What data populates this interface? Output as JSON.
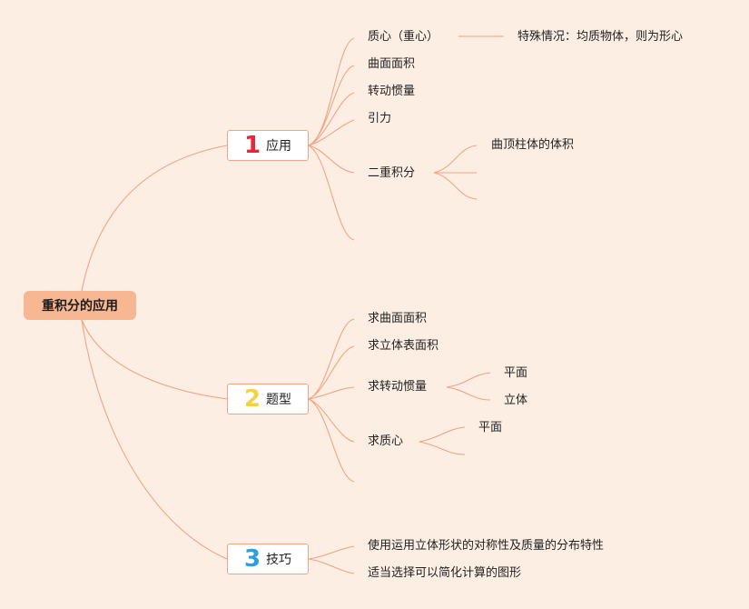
{
  "root": {
    "label": "重积分的应用"
  },
  "colors": {
    "background": "#fdeee3",
    "edge": "#f0a484",
    "root_fill": "#f6b792",
    "num1": "#e5263b",
    "num2": "#f4d33f",
    "num3": "#2d9fe0"
  },
  "branches": [
    {
      "number": "1",
      "label": "应用",
      "children": [
        {
          "label": "质心（重心）",
          "children": [
            {
              "label": "特殊情况：均质物体，则为形心"
            }
          ]
        },
        {
          "label": "曲面面积"
        },
        {
          "label": "转动惯量"
        },
        {
          "label": "引力"
        },
        {
          "label": "二重积分",
          "children": [
            {
              "label": "曲顶柱体的体积"
            },
            {
              "label": ""
            },
            {
              "label": ""
            }
          ]
        },
        {
          "label": ""
        }
      ]
    },
    {
      "number": "2",
      "label": "题型",
      "children": [
        {
          "label": "求曲面面积"
        },
        {
          "label": "求立体表面积"
        },
        {
          "label": "求转动惯量",
          "children": [
            {
              "label": "平面"
            },
            {
              "label": "立体"
            }
          ]
        },
        {
          "label": "求质心",
          "children": [
            {
              "label": "平面"
            },
            {
              "label": ""
            }
          ]
        },
        {
          "label": ""
        }
      ]
    },
    {
      "number": "3",
      "label": "技巧",
      "children": [
        {
          "label": "使用运用立体形状的对称性及质量的分布特性"
        },
        {
          "label": "适当选择可以简化计算的图形"
        }
      ]
    }
  ]
}
